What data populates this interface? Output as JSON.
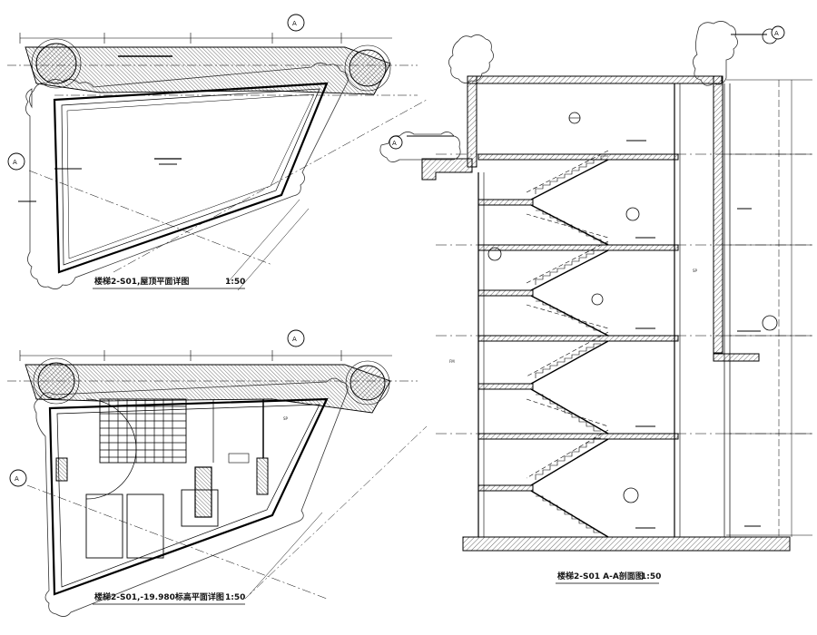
{
  "drawing": {
    "views": [
      {
        "id": "roof-plan",
        "title": "楼梯2-S01,屋顶平面详图",
        "scale": "1:50"
      },
      {
        "id": "floor-plan",
        "title": "楼梯2-S01,-19.980标高平面详图",
        "scale": "1:50"
      },
      {
        "id": "section",
        "title": "楼梯2-S01 A-A剖面图",
        "scale": "1:50"
      }
    ],
    "axis_markers": [
      {
        "label": "A"
      },
      {
        "label": "A"
      },
      {
        "label": "A"
      },
      {
        "label": "A"
      },
      {
        "label": "A"
      },
      {
        "label": "A"
      }
    ],
    "section_marks": [
      "SP",
      "SP",
      "FM"
    ],
    "line_color": "#000000",
    "cloud_color": "#333333"
  }
}
